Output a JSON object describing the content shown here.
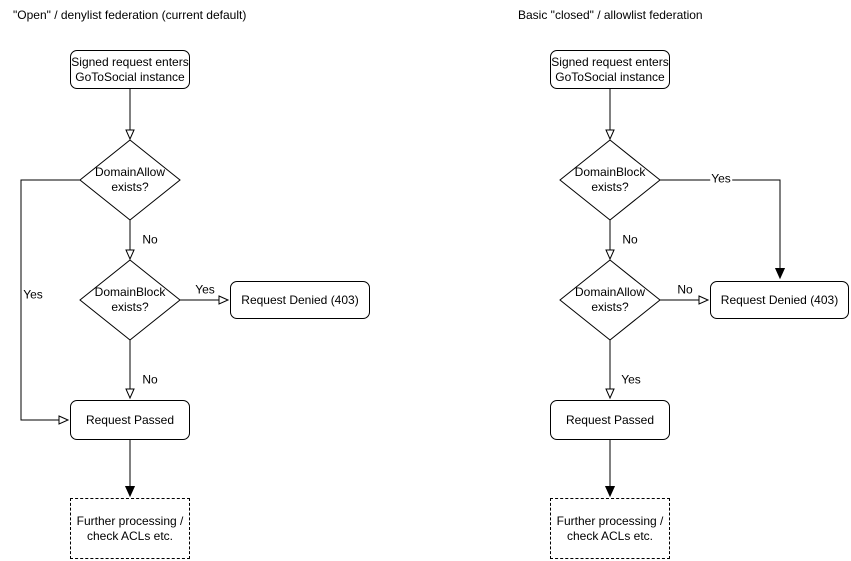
{
  "colors": {
    "stroke": "#000000",
    "text": "#000000",
    "background": "#ffffff"
  },
  "diagrams": [
    {
      "id": "open-denylist",
      "title": "\"Open\" / denylist federation (current default)",
      "nodes": {
        "start": "Signed request enters\nGoToSocial instance",
        "decision1": "DomainAllow\nexists?",
        "decision2": "DomainBlock\nexists?",
        "denied": "Request Denied (403)",
        "passed": "Request Passed",
        "further": "Further processing /\ncheck ACLs etc."
      },
      "labels": {
        "decision1_yes": "Yes",
        "decision1_no": "No",
        "decision2_yes": "Yes",
        "decision2_no": "No"
      }
    },
    {
      "id": "closed-allowlist",
      "title": "Basic \"closed\" / allowlist federation",
      "nodes": {
        "start": "Signed request enters\nGoToSocial instance",
        "decision1": "DomainBlock\nexists?",
        "decision2": "DomainAllow\nexists?",
        "denied": "Request Denied (403)",
        "passed": "Request Passed",
        "further": "Further processing /\ncheck ACLs etc."
      },
      "labels": {
        "decision1_yes": "Yes",
        "decision1_no": "No",
        "decision2_no": "No",
        "decision2_yes": "Yes"
      }
    }
  ]
}
